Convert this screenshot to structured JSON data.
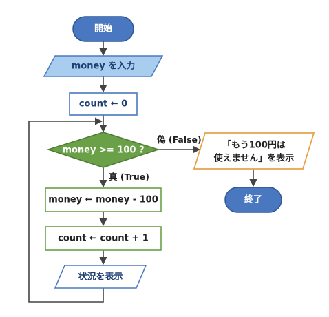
{
  "nodes": {
    "start": "開始",
    "input": "money を入力",
    "init": "count ← 0",
    "condition": "money >= 100 ?",
    "subtract": "money ← money - 100",
    "increment": "count ← count + 1",
    "show_status": "状況を表示",
    "output_line1": "「もう100円は",
    "output_line2": "使えません」を表示",
    "end": "終了"
  },
  "edges": {
    "true_label": "真 (True)",
    "false_label": "偽 (False)"
  },
  "colors": {
    "terminal_fill": "#4a78c0",
    "terminal_stroke": "#2f5597",
    "io_fill": "#a9cdef",
    "io_stroke": "#4a78c0",
    "process_stroke_blue": "#4a78c0",
    "decision_fill": "#6aa047",
    "decision_stroke": "#4e7d32",
    "process_stroke_green": "#6aa047",
    "output_stroke": "#e8a34a"
  }
}
